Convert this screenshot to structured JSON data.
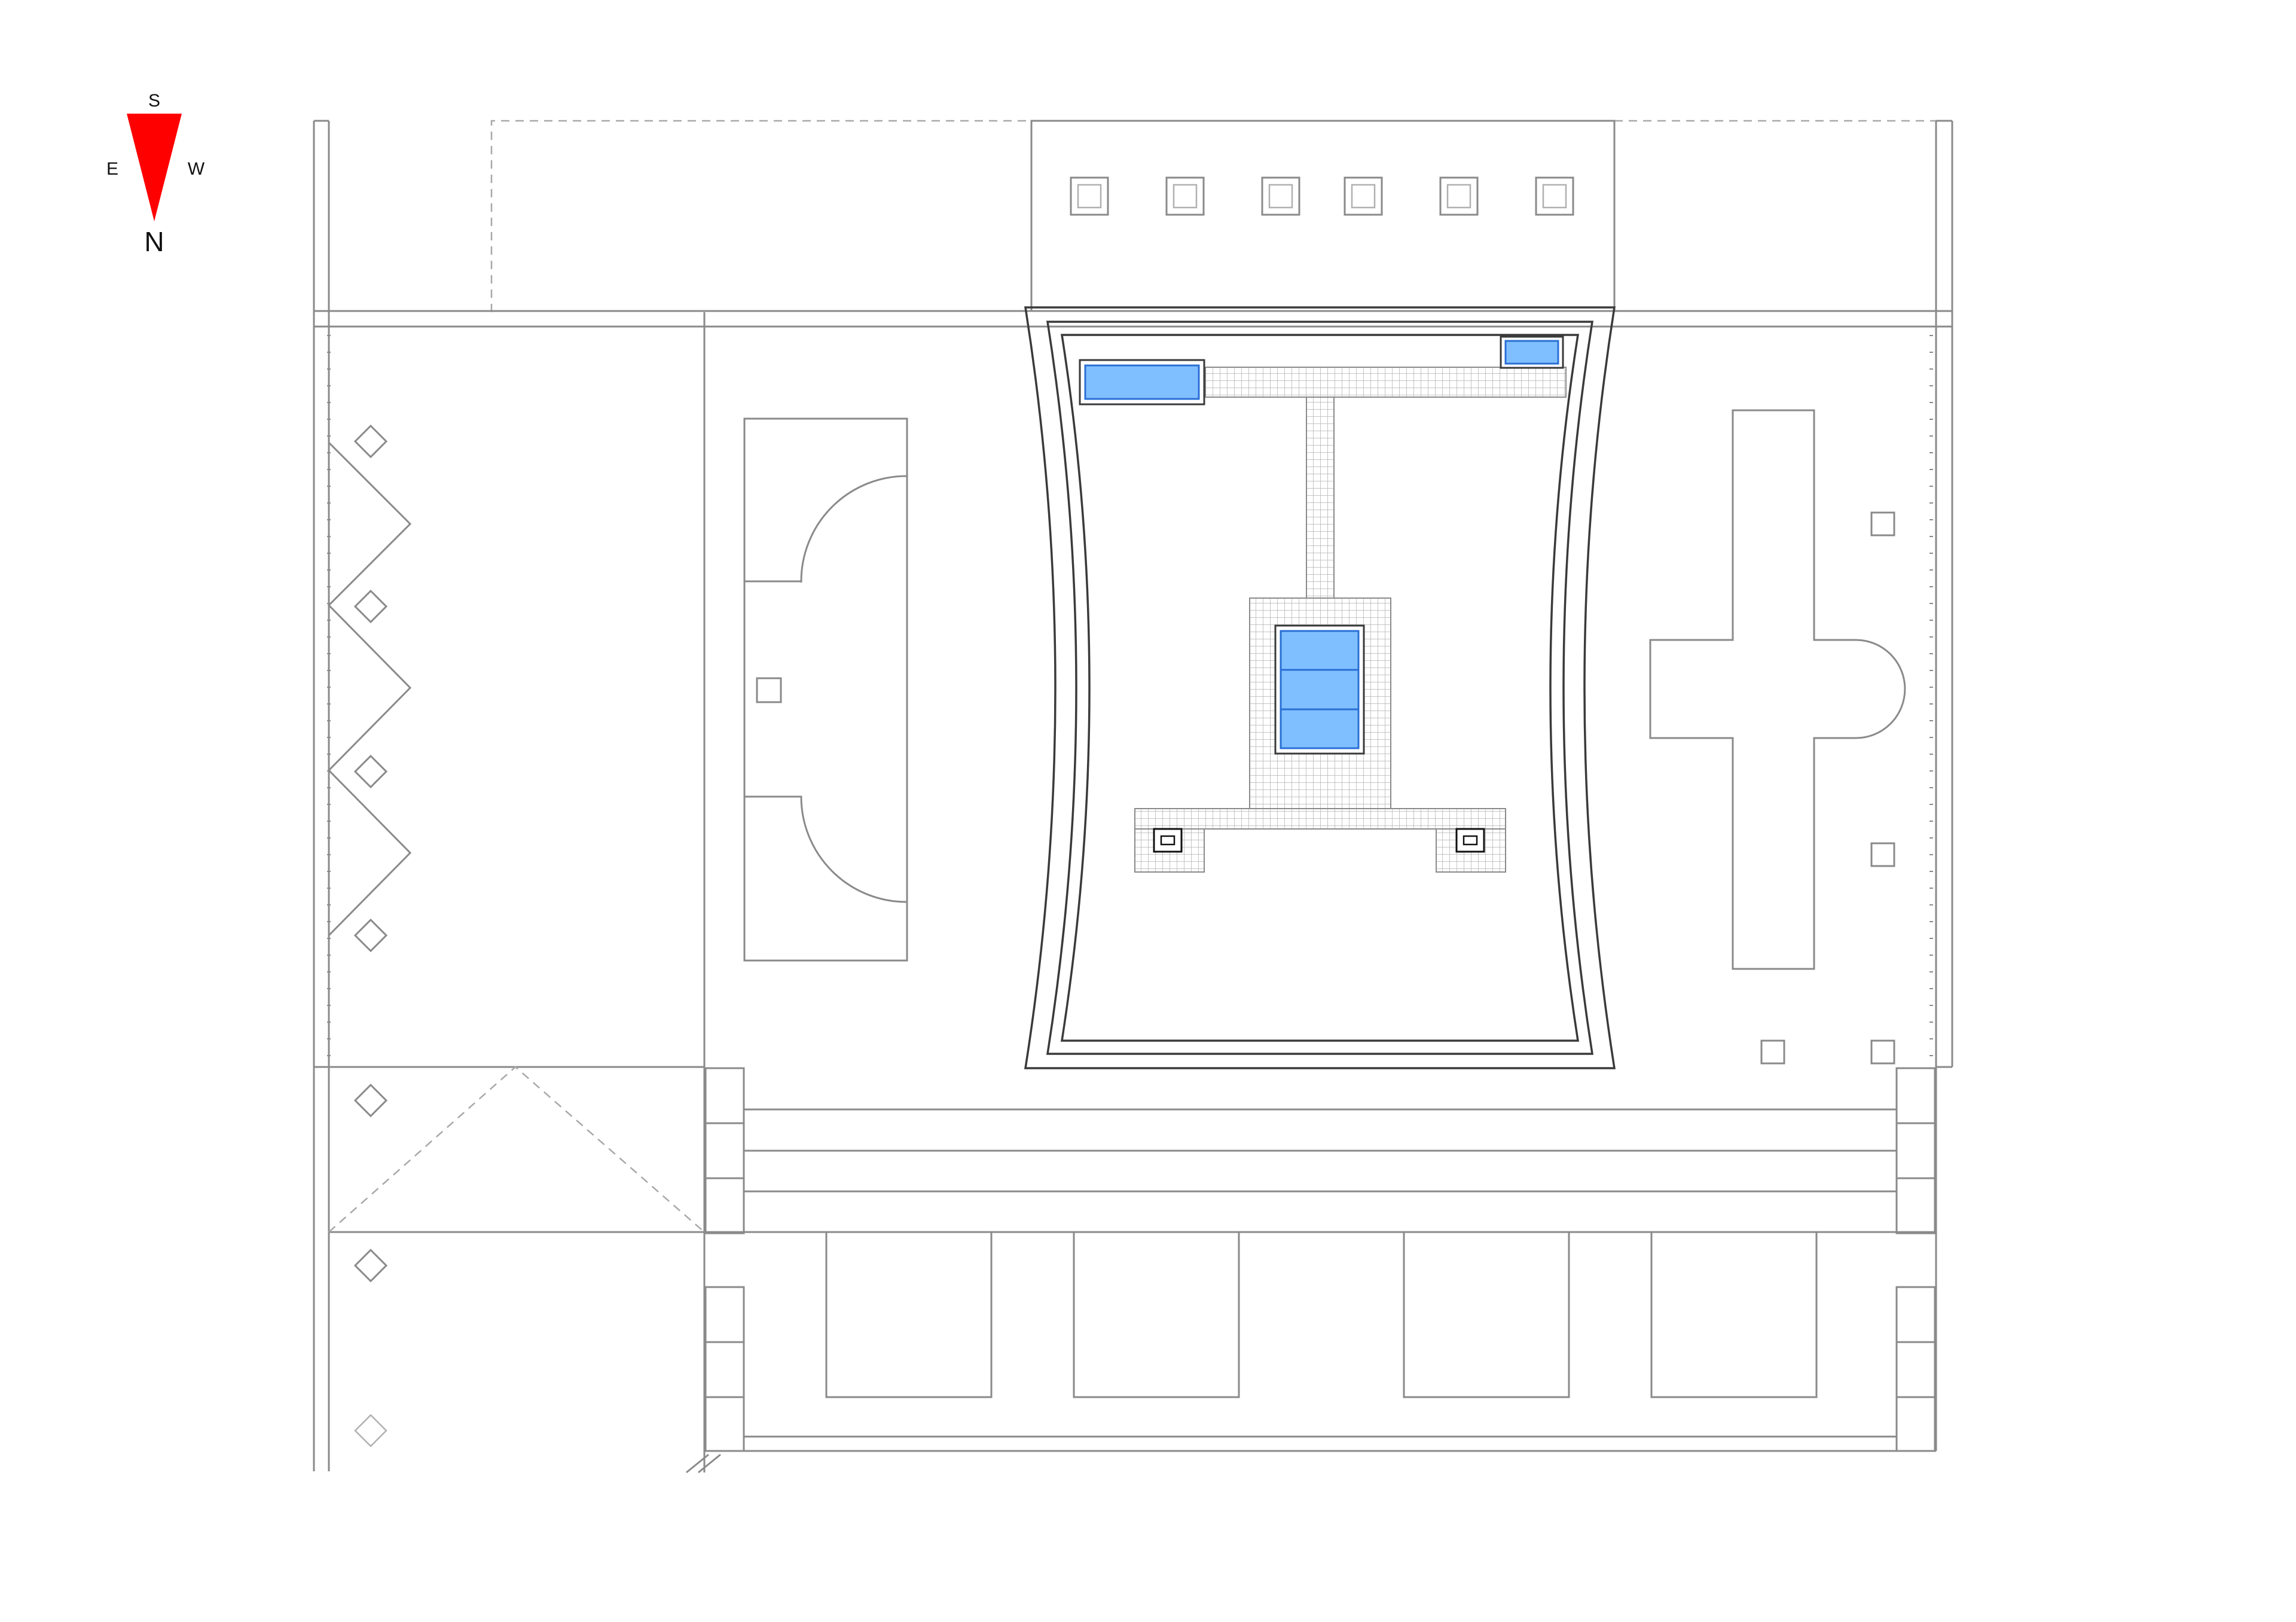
{
  "compass": {
    "north": "N",
    "south": "S",
    "east": "E",
    "west": "W",
    "needle_color": "#ff0000"
  },
  "colors": {
    "water": "#80bfff",
    "water_edge": "#2a6fd6",
    "line": "#8a8a8a",
    "dark_line": "#3a3a3a",
    "tile_grid": "#b4b4b4"
  },
  "icons": [
    "compass-icon",
    "pool-icon",
    "fountain-icon",
    "planter-icon",
    "column-icon",
    "stair-icon"
  ]
}
